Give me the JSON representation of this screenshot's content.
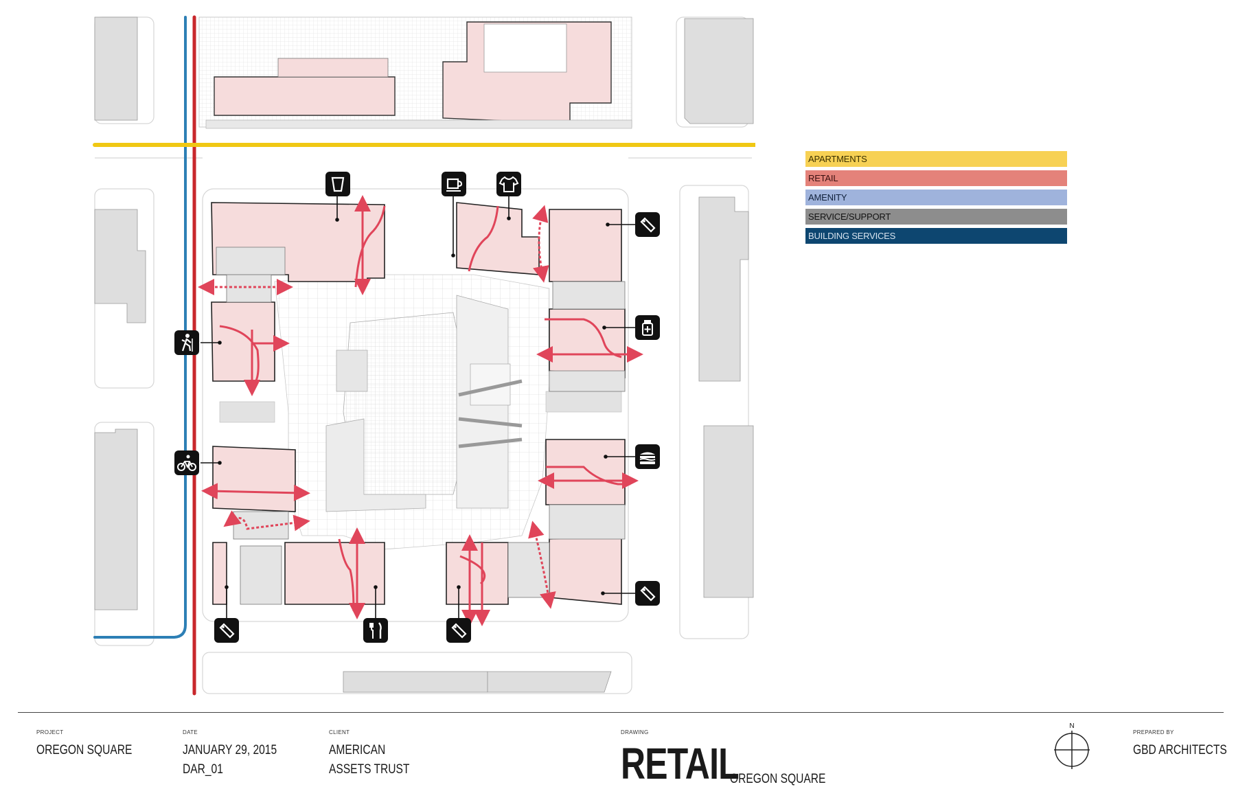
{
  "legend": [
    {
      "label": "APARTMENTS",
      "color": "#f7d154",
      "text_color": "#3a3000"
    },
    {
      "label": "RETAIL",
      "color": "#e4827a",
      "text_color": "#3a1010"
    },
    {
      "label": "AMENITY",
      "color": "#9fb3dc",
      "text_color": "#10203a"
    },
    {
      "label": "SERVICE/SUPPORT",
      "color": "#8d8d8d",
      "text_color": "#111111"
    },
    {
      "label": "BUILDING SERVICES",
      "color": "#0d4670",
      "text_color": "#d8e4f0"
    }
  ],
  "colors": {
    "retail_fill": "#f6dcdc",
    "circulation_arrow": "#e0455a",
    "transit_blue": "#2d7fb5",
    "transit_red": "#c8282c",
    "transit_yellow": "#f0c814",
    "neighbor_building": "#dedede"
  },
  "icons": [
    "drink-cup-icon",
    "coffee-cup-icon",
    "tshirt-icon",
    "price-tag-icon",
    "pharmacy-icon",
    "hiker-icon",
    "bicycle-icon",
    "sandwich-icon",
    "fork-knife-icon"
  ],
  "title_block": {
    "project_label": "PROJECT",
    "project_value": "OREGON SQUARE",
    "date_label": "DATE",
    "date_value": "JANUARY 29, 2015",
    "date_code": "DAR_01",
    "client_label": "CLIENT",
    "client_line1": "AMERICAN",
    "client_line2": "ASSETS TRUST",
    "drawing_label": "DRAWING",
    "drawing_title": "RETAIL",
    "drawing_subtitle": "OREGON SQUARE",
    "north_label": "N",
    "prepared_label": "PREPARED BY",
    "prepared_value": "GBD ARCHITECTS"
  }
}
